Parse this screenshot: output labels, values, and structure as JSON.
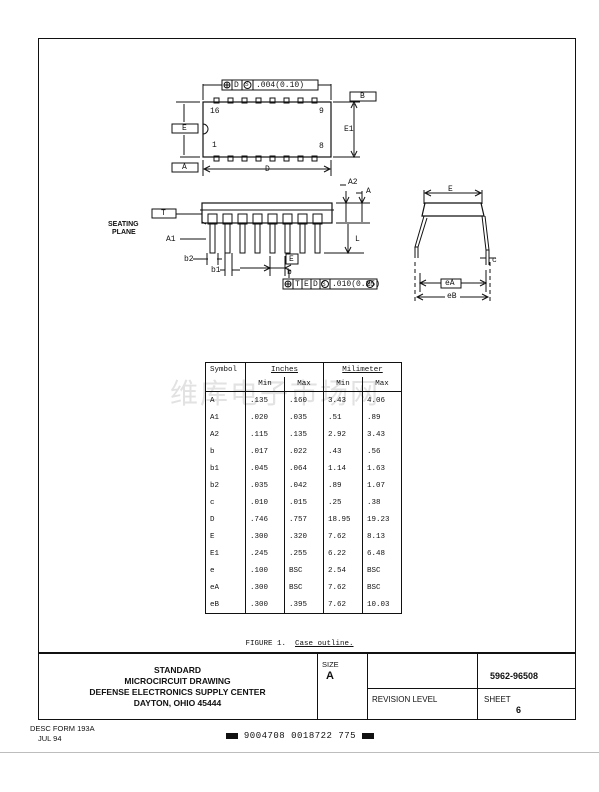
{
  "drawing": {
    "labels": {
      "tol_top": ".004(0.10)",
      "tol_top_d": "D",
      "tol_top_s": "S",
      "datum_b": "B",
      "datum_e": "E",
      "datum_a": "A",
      "datum_t": "T",
      "pin16": "16",
      "pin9": "9",
      "pin1": "1",
      "pin8": "8",
      "e1": "E1",
      "d": "D",
      "a2": "A2",
      "a": "A",
      "seating1": "SEATING",
      "seating2": "PLANE",
      "a1": "A1",
      "l": "L",
      "b2": "b2",
      "b1": "b1",
      "b": "b",
      "e_box": "E",
      "tol_bottom": ".010(0.25)",
      "tol_bottom_t": "T",
      "tol_bottom_e": "E",
      "tol_bottom_d": "D",
      "tol_bottom_s": "S",
      "tol_bottom_m": "M",
      "e_side": "E",
      "c": "c",
      "ea": "eA",
      "eb": "eB"
    }
  },
  "table": {
    "header": {
      "symbol": "Symbol",
      "inches": "Inches",
      "millimeter": "Milimeter",
      "min": "Min",
      "max": "Max"
    },
    "rows": [
      {
        "symbol": "A",
        "in_min": ".135",
        "in_max": ".160",
        "mm_min": "3.43",
        "mm_max": "4.06"
      },
      {
        "symbol": "A1",
        "in_min": ".020",
        "in_max": ".035",
        "mm_min": ".51",
        "mm_max": ".89"
      },
      {
        "symbol": "A2",
        "in_min": ".115",
        "in_max": ".135",
        "mm_min": "2.92",
        "mm_max": "3.43"
      },
      {
        "symbol": "b",
        "in_min": ".017",
        "in_max": ".022",
        "mm_min": ".43",
        "mm_max": ".56"
      },
      {
        "symbol": "b1",
        "in_min": ".045",
        "in_max": ".064",
        "mm_min": "1.14",
        "mm_max": "1.63"
      },
      {
        "symbol": "b2",
        "in_min": ".035",
        "in_max": ".042",
        "mm_min": ".89",
        "mm_max": "1.07"
      },
      {
        "symbol": "c",
        "in_min": ".010",
        "in_max": ".015",
        "mm_min": ".25",
        "mm_max": ".38"
      },
      {
        "symbol": "D",
        "in_min": ".746",
        "in_max": ".757",
        "mm_min": "18.95",
        "mm_max": "19.23"
      },
      {
        "symbol": "E",
        "in_min": ".300",
        "in_max": ".320",
        "mm_min": "7.62",
        "mm_max": "8.13"
      },
      {
        "symbol": "E1",
        "in_min": ".245",
        "in_max": ".255",
        "mm_min": "6.22",
        "mm_max": "6.48"
      },
      {
        "symbol": "e",
        "in_min": ".100",
        "in_max": "BSC",
        "mm_min": "2.54",
        "mm_max": "BSC"
      },
      {
        "symbol": "eA",
        "in_min": ".300",
        "in_max": "BSC",
        "mm_min": "7.62",
        "mm_max": "BSC"
      },
      {
        "symbol": "eB",
        "in_min": ".300",
        "in_max": ".395",
        "mm_min": "7.62",
        "mm_max": "10.03"
      }
    ]
  },
  "caption": {
    "prefix": "FIGURE 1.",
    "title": "Case outline."
  },
  "title_block": {
    "org1": "STANDARD",
    "org2": "MICROCIRCUIT DRAWING",
    "org3": "DEFENSE ELECTRONICS SUPPLY CENTER",
    "org4": "DAYTON, OHIO 45444",
    "size_label": "SIZE",
    "size_value": "A",
    "doc_number": "5962-96508",
    "revision_label": "REVISION LEVEL",
    "sheet_label": "SHEET",
    "sheet_value": "6"
  },
  "footer": {
    "form": "DESC FORM 193A",
    "date": "JUL 94",
    "barcode": "9004708 0018722 775"
  },
  "watermark": "维库电子市场网"
}
